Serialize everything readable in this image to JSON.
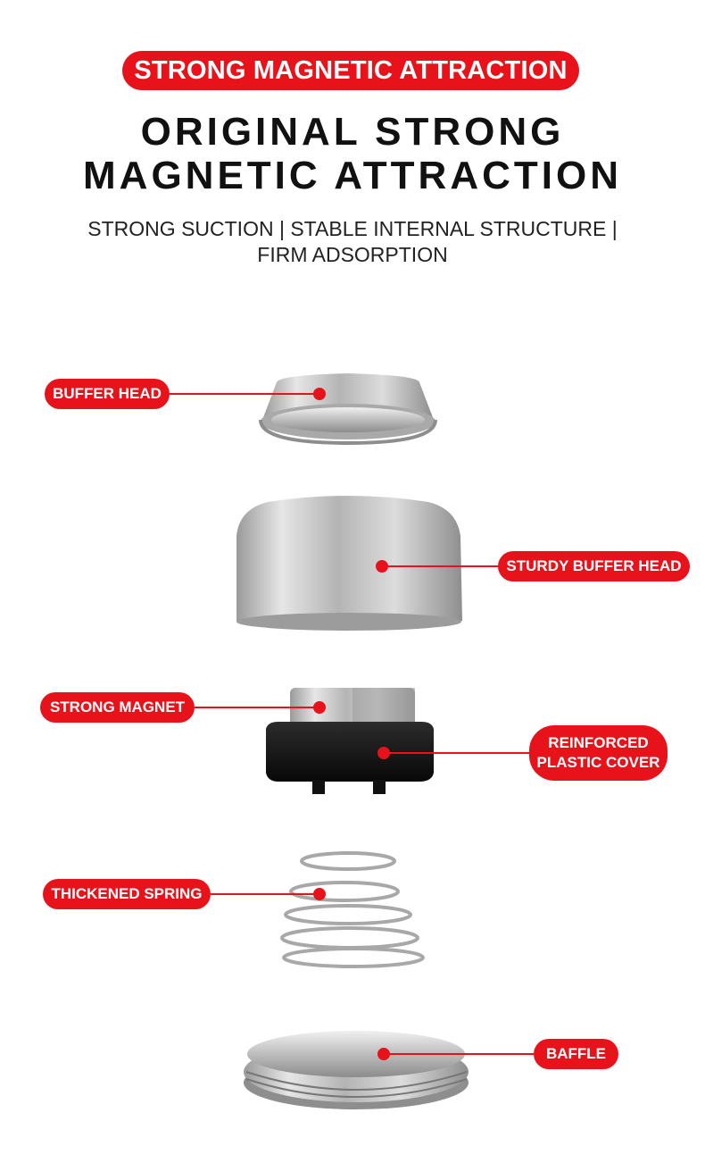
{
  "banner": {
    "text": "STRONG MAGNETIC ATTRACTION"
  },
  "headline": {
    "line1": "ORIGINAL STRONG",
    "line2": "MAGNETIC ATTRACTION"
  },
  "subtitle": {
    "line1": "STRONG SUCTION | STABLE INTERNAL STRUCTURE |",
    "line2": "FIRM ADSORPTION"
  },
  "callouts": {
    "buffer_head": "BUFFER HEAD",
    "sturdy_buffer_head": "STURDY BUFFER HEAD",
    "strong_magnet": "STRONG MAGNET",
    "reinforced_cover_line1": "REINFORCED",
    "reinforced_cover_line2": "PLASTIC COVER",
    "thickened_spring": "THICKENED SPRING",
    "baffle": "BAFFLE"
  },
  "colors": {
    "accent": "#e8121b",
    "text": "#111111",
    "metal": "#c9c9c9",
    "plastic": "#151515"
  }
}
